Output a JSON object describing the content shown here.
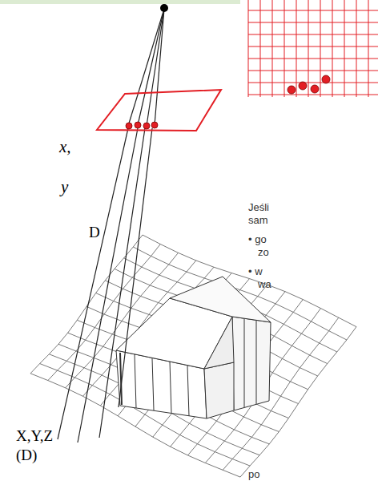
{
  "diagram": {
    "labels": [
      "x,",
      "y",
      "D",
      "X,Y,Z",
      "(D)",
      "Jeśli",
      "sam",
      "• go",
      "zo",
      "• w",
      "wa",
      "po"
    ]
  }
}
